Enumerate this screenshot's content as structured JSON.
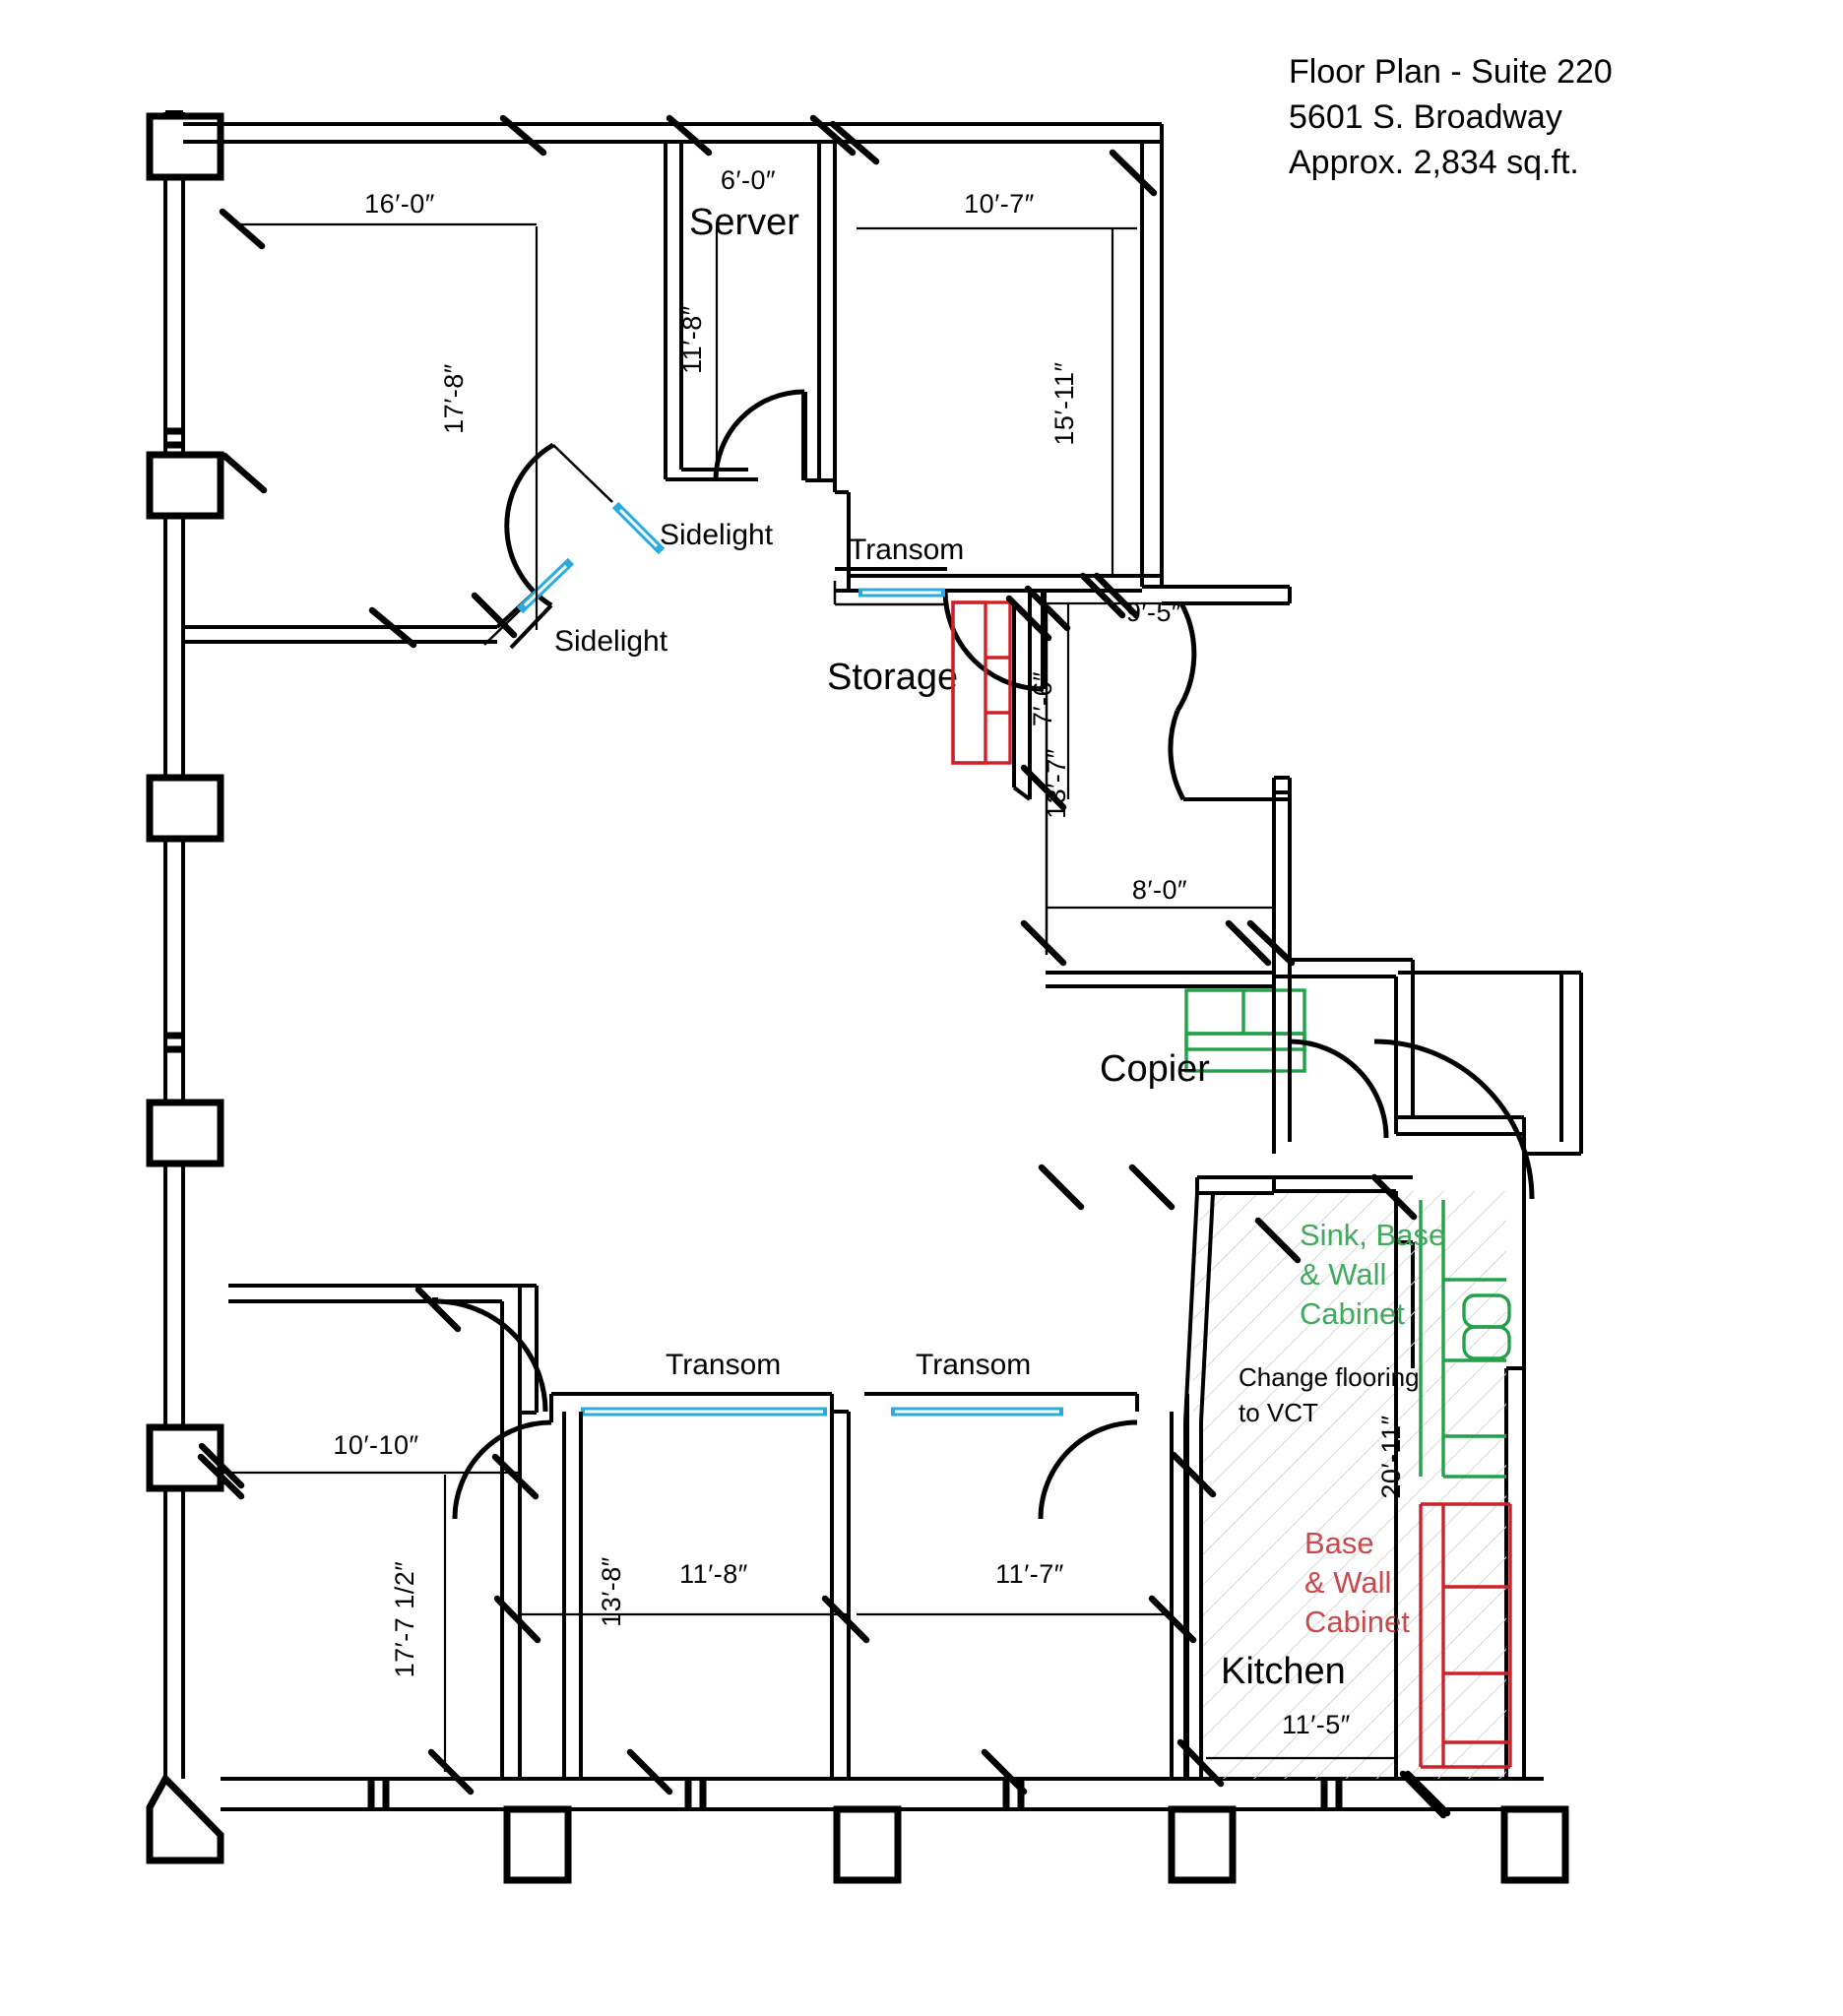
{
  "title_block": {
    "line1": "Floor Plan - Suite 220",
    "line2": "5601 S. Broadway",
    "line3": "Approx. 2,834 sq.ft."
  },
  "rooms": [
    {
      "name": "Server",
      "label": "Server"
    },
    {
      "name": "Storage",
      "label": "Storage"
    },
    {
      "name": "Copier",
      "label": "Copier"
    },
    {
      "name": "Kitchen",
      "label": "Kitchen"
    }
  ],
  "dimensions": {
    "office_nw_width": "16′-0″",
    "office_nw_height": "17′-8″",
    "server_width": "6′-0″",
    "server_height": "11′-8″",
    "office_ne_width": "10′-7″",
    "office_ne_height": "15′-11″",
    "corridor_width": "9′-5″",
    "storage_depth": "7′-6″",
    "storage_run": "13′-7″",
    "copier_width": "8′-0″",
    "kitchen_height": "20′-11″",
    "kitchen_width": "11′-5″",
    "office_sw_width": "10′-10″",
    "office_sw_height": "17′-7 1/2″",
    "office_s_height": "13′-8″",
    "office_s1_width": "11′-8″",
    "office_s2_width": "11′-7″"
  },
  "annotations": {
    "sidelight_1": "Sidelight",
    "sidelight_2": "Sidelight",
    "transom_storage": "Transom",
    "transom_s1": "Transom",
    "transom_s2": "Transom",
    "sink_base_wall_cabinet": "Sink, Base\n& Wall\nCabinet",
    "sink_line1": "Sink, Base",
    "sink_line2": "& Wall",
    "sink_line3": "Cabinet",
    "base_wall_cabinet_line1": "Base",
    "base_wall_cabinet_line2": "& Wall",
    "base_wall_cabinet_line3": "Cabinet",
    "flooring_note_line1": "Change flooring",
    "flooring_note_line2": "to VCT"
  },
  "colors": {
    "wall": "#000000",
    "glazing": "#29ABE2",
    "cabinet_red": "#CC2229",
    "cabinet_green": "#22A04A",
    "text_green": "#3FA95C",
    "text_red": "#C9484B",
    "background": "#FFFFFF"
  }
}
